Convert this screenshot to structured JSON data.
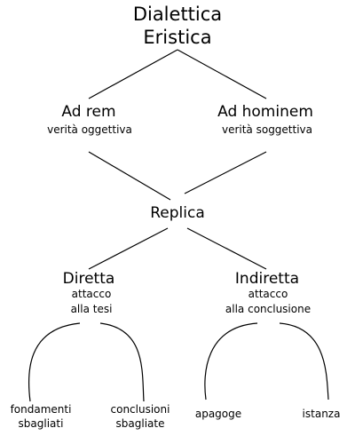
{
  "root": {
    "line1": "Dialettica",
    "line2": "Eristica"
  },
  "ad_rem": {
    "title": "Ad rem",
    "subtitle": "verità oggettiva"
  },
  "ad_hominem": {
    "title": "Ad hominem",
    "subtitle": "verità soggettiva"
  },
  "replica": {
    "title": "Replica"
  },
  "diretta": {
    "title": "Diretta",
    "sub1": "attacco",
    "sub2": "alla tesi"
  },
  "indiretta": {
    "title": "Indiretta",
    "sub1": "attacco",
    "sub2": "alla conclusione"
  },
  "leaves": {
    "fondamenti_1": "fondamenti",
    "fondamenti_2": "sbagliati",
    "conclusioni_1": "conclusioni",
    "conclusioni_2": "sbagliate",
    "apagoge": "apagoge",
    "istanza": "istanza"
  }
}
